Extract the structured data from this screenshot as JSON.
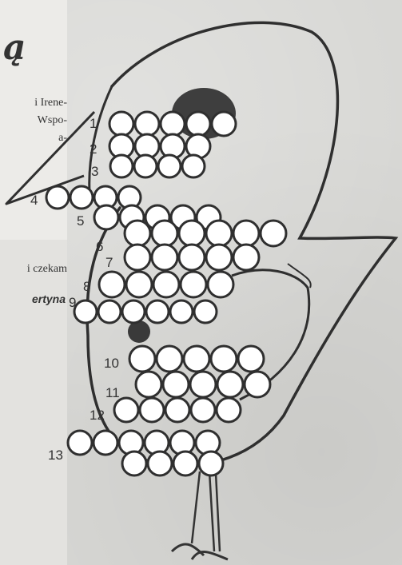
{
  "left_column": {
    "heading_letter": "ą",
    "lines": [
      "i Irene-",
      "Wspo-",
      "a-"
    ],
    "line2": "i czekam",
    "signature": "ertyna"
  },
  "row_labels": [
    "1",
    "2",
    "3",
    "4",
    "5",
    "6",
    "7",
    "8",
    "9",
    "10",
    "11",
    "12",
    "13"
  ]
}
